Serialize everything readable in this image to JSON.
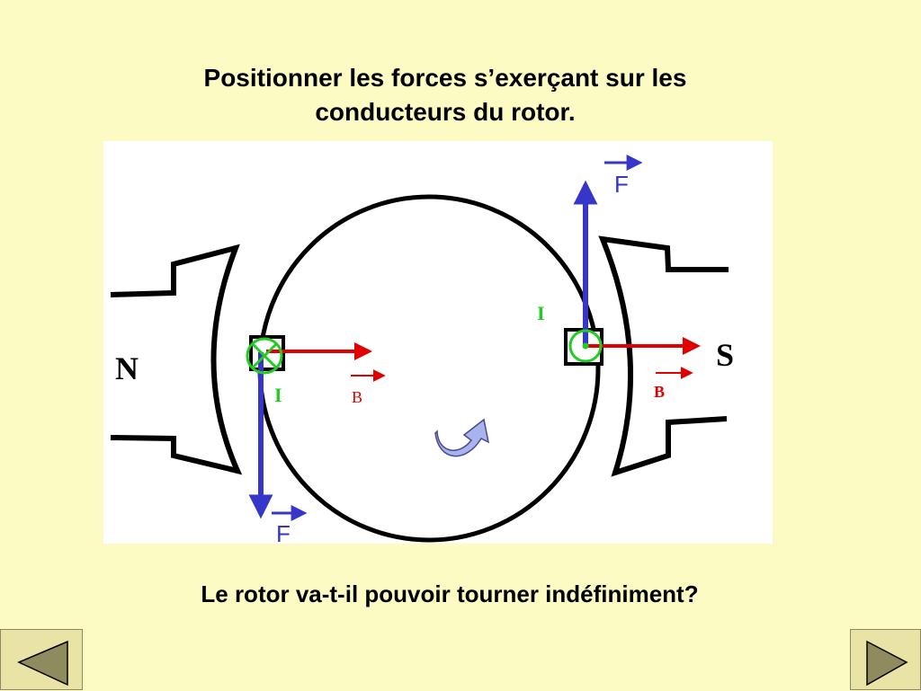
{
  "slide": {
    "title_line1": "Positionner les forces s’exerçant sur les",
    "title_line2": "conducteurs du rotor.",
    "question": "Le rotor va-t-il pouvoir tourner indéfiniment?"
  },
  "diagram": {
    "north_label": "N",
    "south_label": "S",
    "force_label_top": "F",
    "force_label_bottom": "F",
    "current_label_left": "I",
    "current_label_right": "I",
    "field_label_left": "B",
    "field_label_right": "B",
    "colors": {
      "force": "#3636c8",
      "field": "#e00000",
      "current": "#22cc22",
      "rotation_arrow": "#a9b3ee"
    }
  },
  "navigation": {
    "previous_icon": "triangle-left-icon",
    "next_icon": "triangle-right-icon"
  }
}
